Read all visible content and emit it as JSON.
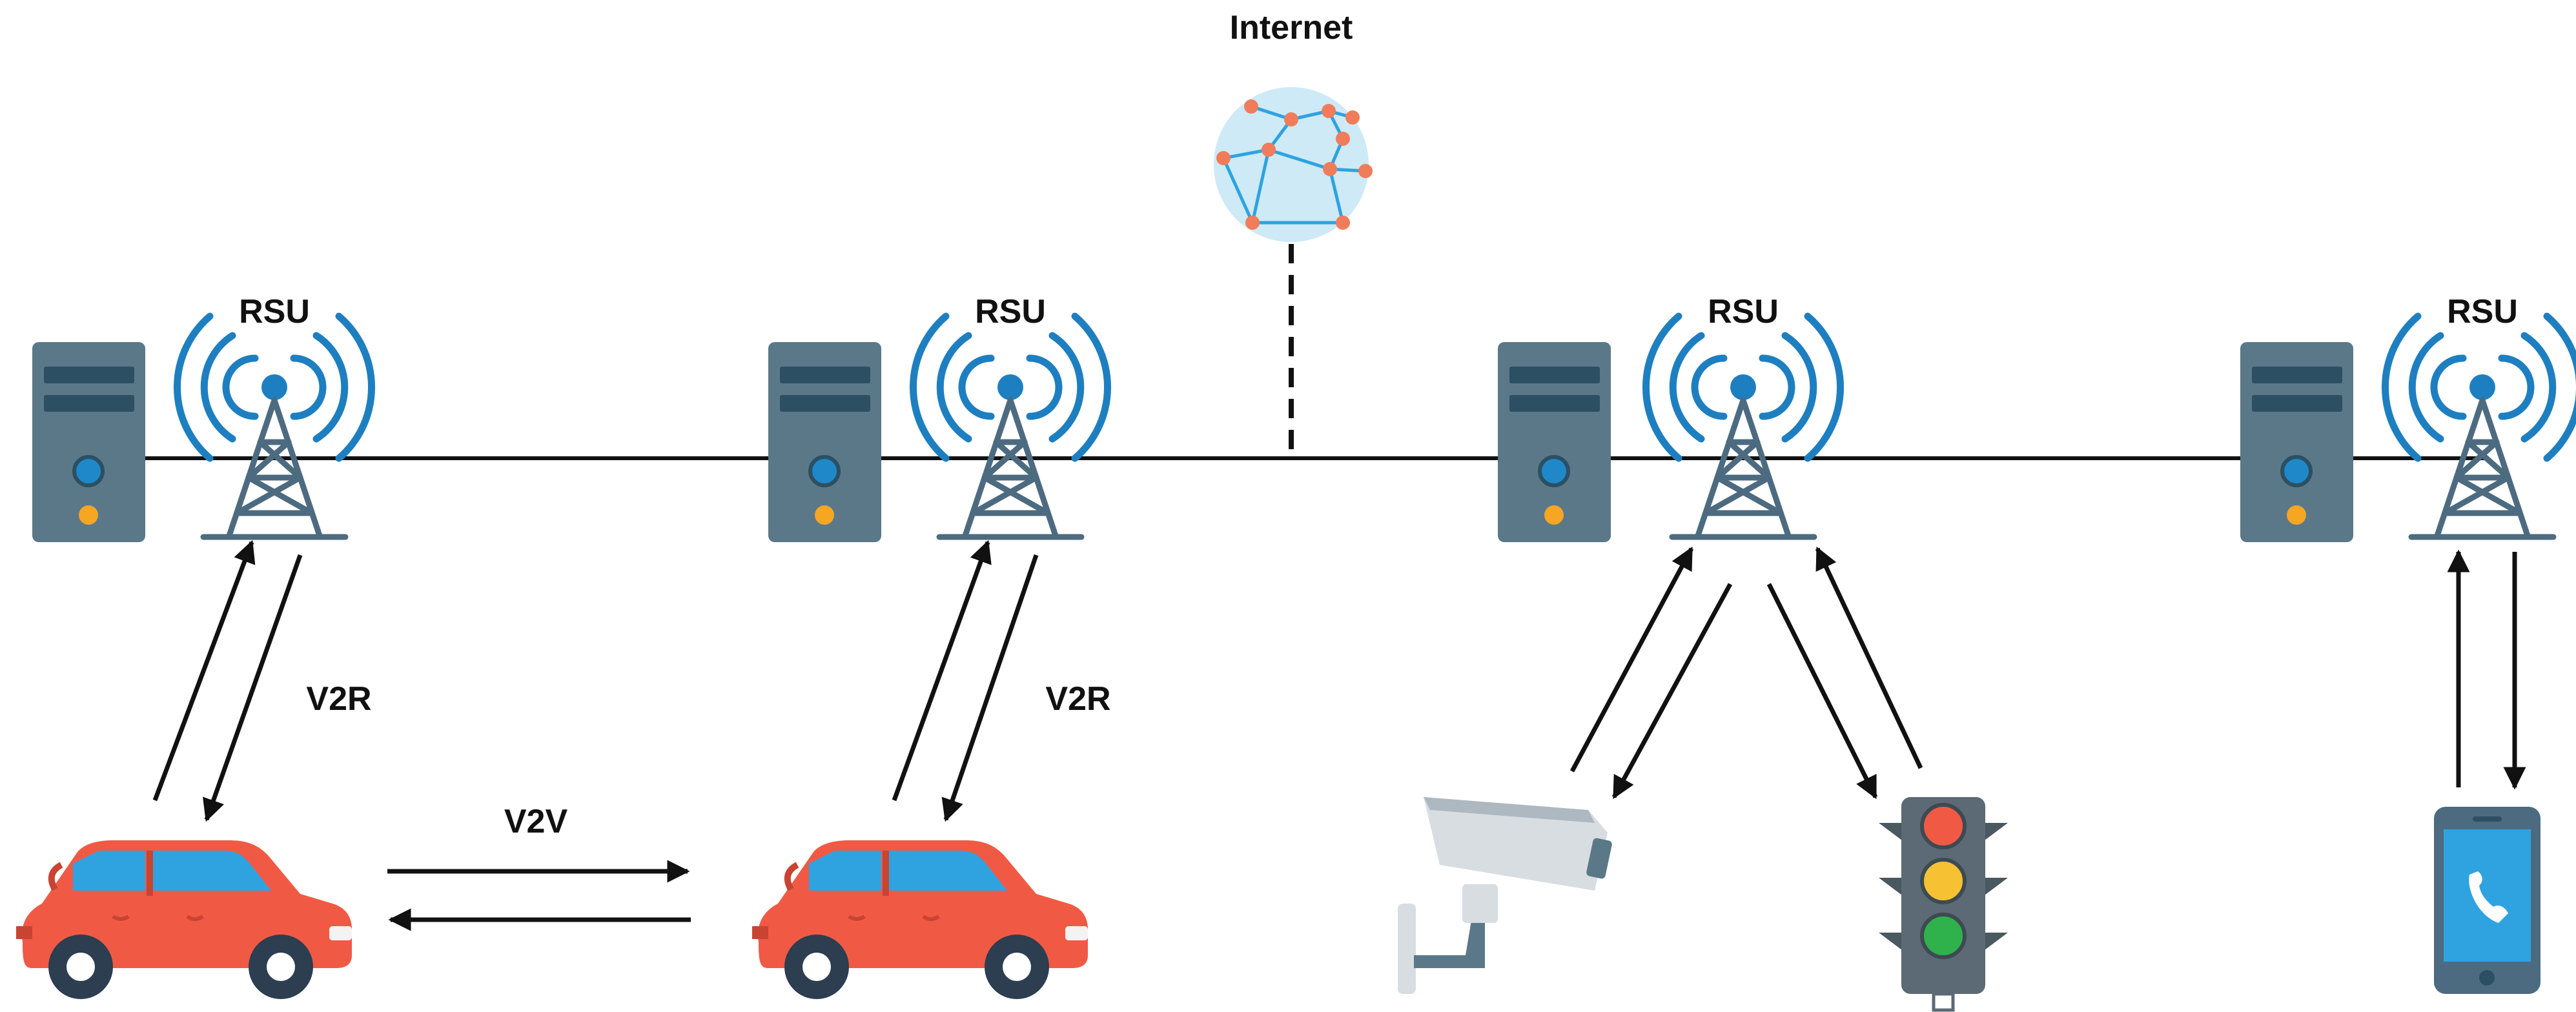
{
  "labels": {
    "internet": "Internet",
    "rsu": "RSU",
    "v2r": "V2R",
    "v2v": "V2V"
  },
  "colors": {
    "server_body": "#5b7889",
    "server_slot": "#2c4f63",
    "server_led_blue": "#1e88c8",
    "server_led_orange": "#f6a623",
    "tower": "#4d6b80",
    "antenna": "#1e7fc0",
    "globe": "#cdeaf6",
    "globe_node": "#f07c5b",
    "car_body": "#f05a45",
    "car_window": "#2ea3e0",
    "camera_body": "#d8dde2",
    "camera_mount": "#5b7889",
    "traffic_light_body": "#5b6a74",
    "light_red": "#f05a45",
    "light_yellow": "#f6c233",
    "light_green": "#2fb24c",
    "phone_body": "#4d6b80",
    "phone_screen": "#2ea3e0",
    "line": "#111111"
  },
  "icons": [
    "server-icon",
    "rsu-tower-icon",
    "globe-network-icon",
    "car-icon",
    "cctv-camera-icon",
    "traffic-light-icon",
    "smartphone-icon"
  ]
}
